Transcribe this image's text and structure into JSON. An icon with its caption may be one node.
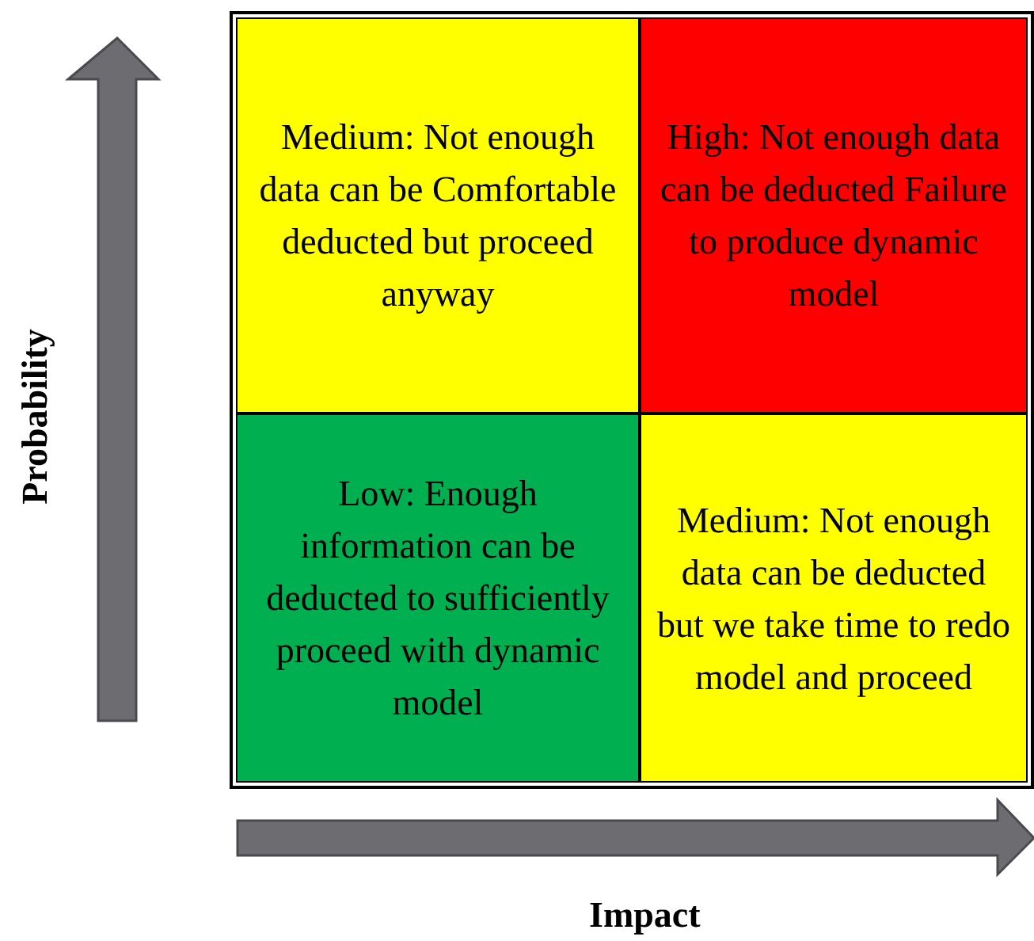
{
  "diagram": {
    "nodes": [
      {
        "text": [
          "Medium: Not enough data can be Comfortable deducted but proceed anyway"
        ]
      },
      {
        "text": [
          "High: Not enough data can be deducted Failure to produce dynamic model"
        ]
      },
      {
        "text": [
          "Low: Enough information can be deducted to sufficiently proceed with dynamic model"
        ]
      },
      {
        "text": [
          "Medium: Not enough data can be deducted but we take time to redo model and proceed"
        ]
      }
    ],
    "labels": [
      "Probability",
      "Impact"
    ]
  }
}
